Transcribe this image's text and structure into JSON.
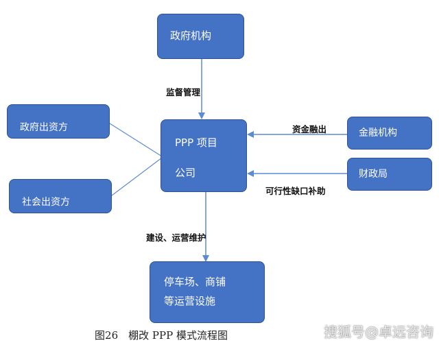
{
  "nodes": {
    "government": "政府机构",
    "gov_investor": "政府出资方",
    "social_investor": "社会出资方",
    "ppp_company_line1": "PPP 项目",
    "ppp_company_line2": "公司",
    "finance": "金融机构",
    "fiscal": "财政局",
    "facility_line1": "停车场、商铺",
    "facility_line2": "等运营设施"
  },
  "edges": {
    "supervision": "监督管理",
    "funding": "资金融出",
    "subsidy": "可行性缺口补助",
    "construction": "建设、运营维护"
  },
  "caption": "图26　棚改 PPP 模式流程图",
  "watermark": "搜狐号@卓远咨询",
  "colors": {
    "box_fill": "#4472C4",
    "box_border": "#2F528F",
    "connector": "#5B8BD0"
  }
}
